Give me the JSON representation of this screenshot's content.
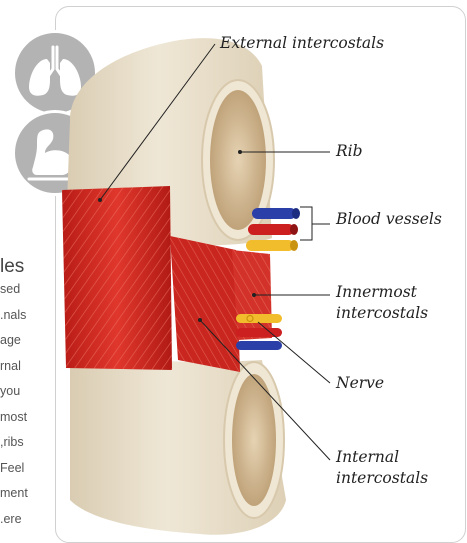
{
  "labels": {
    "external_intercostals": "External intercostals",
    "rib": "Rib",
    "blood_vessels": "Blood vessels",
    "innermost_line1": "Innermost",
    "innermost_line2": "intercostals",
    "nerve": "Nerve",
    "internal_line1": "Internal",
    "internal_line2": "intercostals"
  },
  "side_text": {
    "heading": "les",
    "lines": [
      "sed",
      "nals.",
      "age",
      "rnal",
      "you",
      "most",
      "ribs,",
      "Feel",
      "ment",
      "ere."
    ]
  },
  "icons": [
    "lungs-icon",
    "muscle-arm-icon"
  ],
  "colors": {
    "bone": "#ece3d0",
    "marrow": "#cdb38f",
    "muscle": "#d42a22",
    "vein": "#2a3fa8",
    "artery": "#cc1f1f",
    "nerve": "#f2bd2c",
    "badge": "#b3b3b3"
  }
}
